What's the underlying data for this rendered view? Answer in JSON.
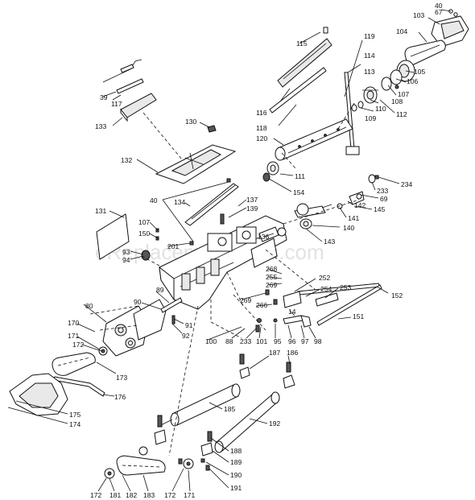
{
  "watermark": "eReplacementParts.com",
  "labels": [
    {
      "id": "40a",
      "t": "40"
    },
    {
      "id": "67",
      "t": "67"
    },
    {
      "id": "103",
      "t": "103"
    },
    {
      "id": "104",
      "t": "104"
    },
    {
      "id": "105",
      "t": "105"
    },
    {
      "id": "106",
      "t": "106"
    },
    {
      "id": "107",
      "t": "107"
    },
    {
      "id": "108",
      "t": "108"
    },
    {
      "id": "110",
      "t": "110"
    },
    {
      "id": "109",
      "t": "109"
    },
    {
      "id": "112",
      "t": "112"
    },
    {
      "id": "113",
      "t": "113"
    },
    {
      "id": "114",
      "t": "114"
    },
    {
      "id": "119",
      "t": "119"
    },
    {
      "id": "115",
      "t": "115"
    },
    {
      "id": "116",
      "t": "116"
    },
    {
      "id": "118",
      "t": "118"
    },
    {
      "id": "120",
      "t": "120"
    },
    {
      "id": "111",
      "t": "111"
    },
    {
      "id": "154",
      "t": "154"
    },
    {
      "id": "39",
      "t": "39"
    },
    {
      "id": "117",
      "t": "117"
    },
    {
      "id": "133",
      "t": "133"
    },
    {
      "id": "130",
      "t": "130"
    },
    {
      "id": "132",
      "t": "132"
    },
    {
      "id": "40b",
      "t": "40"
    },
    {
      "id": "134",
      "t": "134"
    },
    {
      "id": "137",
      "t": "137"
    },
    {
      "id": "139",
      "t": "139"
    },
    {
      "id": "131",
      "t": "131"
    },
    {
      "id": "107b",
      "t": "107"
    },
    {
      "id": "150",
      "t": "150"
    },
    {
      "id": "201",
      "t": "201"
    },
    {
      "id": "93",
      "t": "93"
    },
    {
      "id": "94",
      "t": "94"
    },
    {
      "id": "136",
      "t": "136"
    },
    {
      "id": "234",
      "t": "234"
    },
    {
      "id": "233a",
      "t": "233"
    },
    {
      "id": "69",
      "t": "69"
    },
    {
      "id": "142",
      "t": "142"
    },
    {
      "id": "145",
      "t": "145"
    },
    {
      "id": "141",
      "t": "141"
    },
    {
      "id": "140",
      "t": "140"
    },
    {
      "id": "143",
      "t": "143"
    },
    {
      "id": "268",
      "t": "268"
    },
    {
      "id": "255",
      "t": "255"
    },
    {
      "id": "269a",
      "t": "269"
    },
    {
      "id": "252",
      "t": "252"
    },
    {
      "id": "254",
      "t": "254"
    },
    {
      "id": "253",
      "t": "253"
    },
    {
      "id": "152",
      "t": "152"
    },
    {
      "id": "269b",
      "t": "269"
    },
    {
      "id": "266",
      "t": "266"
    },
    {
      "id": "14",
      "t": "14"
    },
    {
      "id": "151",
      "t": "151"
    },
    {
      "id": "89",
      "t": "89"
    },
    {
      "id": "90",
      "t": "90"
    },
    {
      "id": "80",
      "t": "80"
    },
    {
      "id": "91",
      "t": "91"
    },
    {
      "id": "92",
      "t": "92"
    },
    {
      "id": "170",
      "t": "170"
    },
    {
      "id": "171a",
      "t": "171"
    },
    {
      "id": "172a",
      "t": "172"
    },
    {
      "id": "173",
      "t": "173"
    },
    {
      "id": "176",
      "t": "176"
    },
    {
      "id": "100",
      "t": "100"
    },
    {
      "id": "88",
      "t": "88"
    },
    {
      "id": "233b",
      "t": "233"
    },
    {
      "id": "101",
      "t": "101"
    },
    {
      "id": "95",
      "t": "95"
    },
    {
      "id": "96",
      "t": "96"
    },
    {
      "id": "97",
      "t": "97"
    },
    {
      "id": "98",
      "t": "98"
    },
    {
      "id": "187",
      "t": "187"
    },
    {
      "id": "186",
      "t": "186"
    },
    {
      "id": "175",
      "t": "175"
    },
    {
      "id": "174",
      "t": "174"
    },
    {
      "id": "185",
      "t": "185"
    },
    {
      "id": "192",
      "t": "192"
    },
    {
      "id": "188",
      "t": "188"
    },
    {
      "id": "189",
      "t": "189"
    },
    {
      "id": "190",
      "t": "190"
    },
    {
      "id": "191",
      "t": "191"
    },
    {
      "id": "172b",
      "t": "172"
    },
    {
      "id": "181",
      "t": "181"
    },
    {
      "id": "182",
      "t": "182"
    },
    {
      "id": "183",
      "t": "183"
    },
    {
      "id": "172c",
      "t": "172"
    },
    {
      "id": "171b",
      "t": "171"
    }
  ]
}
